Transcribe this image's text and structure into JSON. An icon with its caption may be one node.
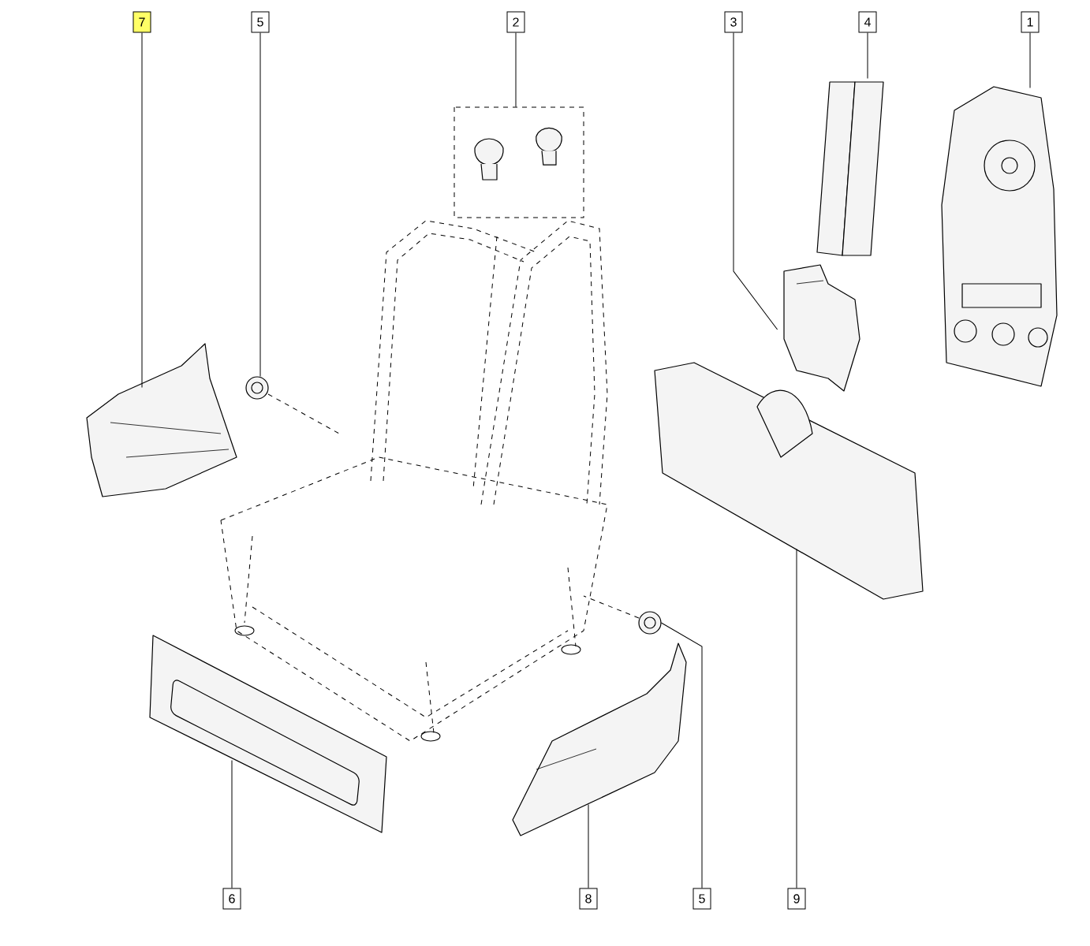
{
  "diagram": {
    "nodes": [
      {
        "text": [
          "7"
        ]
      },
      {
        "text": [
          "5"
        ]
      },
      {
        "text": [
          "2"
        ]
      },
      {
        "text": [
          "3"
        ]
      },
      {
        "text": [
          "4"
        ]
      },
      {
        "text": [
          "1"
        ]
      },
      {
        "text": [
          "6"
        ]
      },
      {
        "text": [
          "8"
        ]
      },
      {
        "text": [
          "5"
        ]
      },
      {
        "text": [
          "9"
        ]
      },
      {
        "text": [],
        "shape": "picture"
      },
      {
        "text": [],
        "shape": "picture"
      },
      {
        "text": [],
        "shape": "picture"
      },
      {
        "text": [],
        "shape": "picture"
      },
      {
        "text": [],
        "shape": "picture"
      },
      {
        "text": [],
        "shape": "picture"
      },
      {
        "text": [],
        "shape": "picture"
      },
      {
        "text": [],
        "shape": "picture"
      },
      {
        "text": [],
        "shape": "picture"
      },
      {
        "text": [],
        "shape": "picture"
      }
    ],
    "edges": [
      {
        "from": 0,
        "to": 10,
        "arrow": "none"
      },
      {
        "from": 1,
        "to": 11,
        "arrow": "none"
      },
      {
        "from": 2,
        "to": 12,
        "arrow": "none"
      },
      {
        "from": 3,
        "to": 13,
        "arrow": "none"
      },
      {
        "from": 4,
        "to": 14,
        "arrow": "none"
      },
      {
        "from": 5,
        "to": 15,
        "arrow": "none"
      },
      {
        "from": 6,
        "to": 16,
        "arrow": "none"
      },
      {
        "from": 7,
        "to": 17,
        "arrow": "none"
      },
      {
        "from": 8,
        "to": 18,
        "arrow": "none"
      },
      {
        "from": 9,
        "to": 19,
        "arrow": "none"
      }
    ]
  }
}
